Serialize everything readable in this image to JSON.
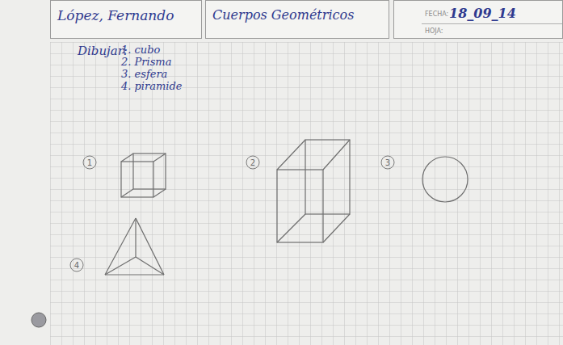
{
  "diagram": {
    "nodes": [
      {
        "text": [
          "López, Fernando"
        ]
      },
      {
        "text": [
          "Cuerpos Geométricos"
        ]
      },
      {
        "text": [
          "FECHA:",
          "18_09_14",
          "HOJA:"
        ]
      },
      {
        "text": [
          "1"
        ]
      },
      {
        "text": [
          "2"
        ]
      },
      {
        "text": [
          "3"
        ]
      },
      {
        "text": [
          "4"
        ]
      }
    ],
    "labels": [
      "Dibujar:",
      "1. cubo",
      "2. Prisma",
      "3. esfera",
      "4. piramide"
    ]
  }
}
